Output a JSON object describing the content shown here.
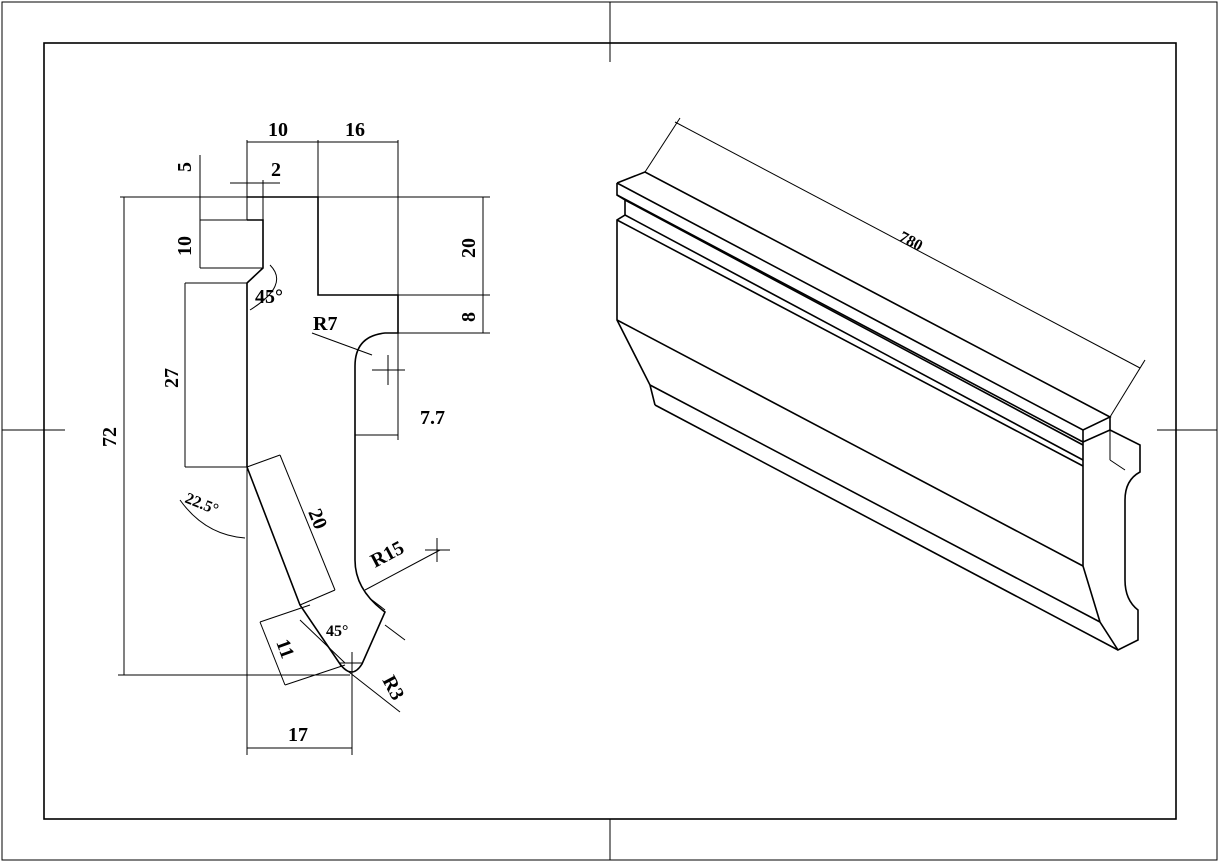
{
  "drawing": {
    "profile_dims": {
      "top_width_a": "10",
      "top_width_b": "16",
      "tang_offset": "5",
      "tang_width": "2",
      "tang_height": "10",
      "notch_height": "20",
      "chamfer_angle": "45°",
      "radius_upper": "R7",
      "step_height": "8",
      "body_height": "27",
      "neck_width": "7.7",
      "total_height": "72",
      "relief_angle": "22.5°",
      "relief_length": "20",
      "radius_lower": "R15",
      "tip_angle": "45°",
      "tip_length": "11",
      "tip_radius": "R3",
      "tip_offset": "17"
    },
    "iso_dims": {
      "length": "780"
    }
  }
}
